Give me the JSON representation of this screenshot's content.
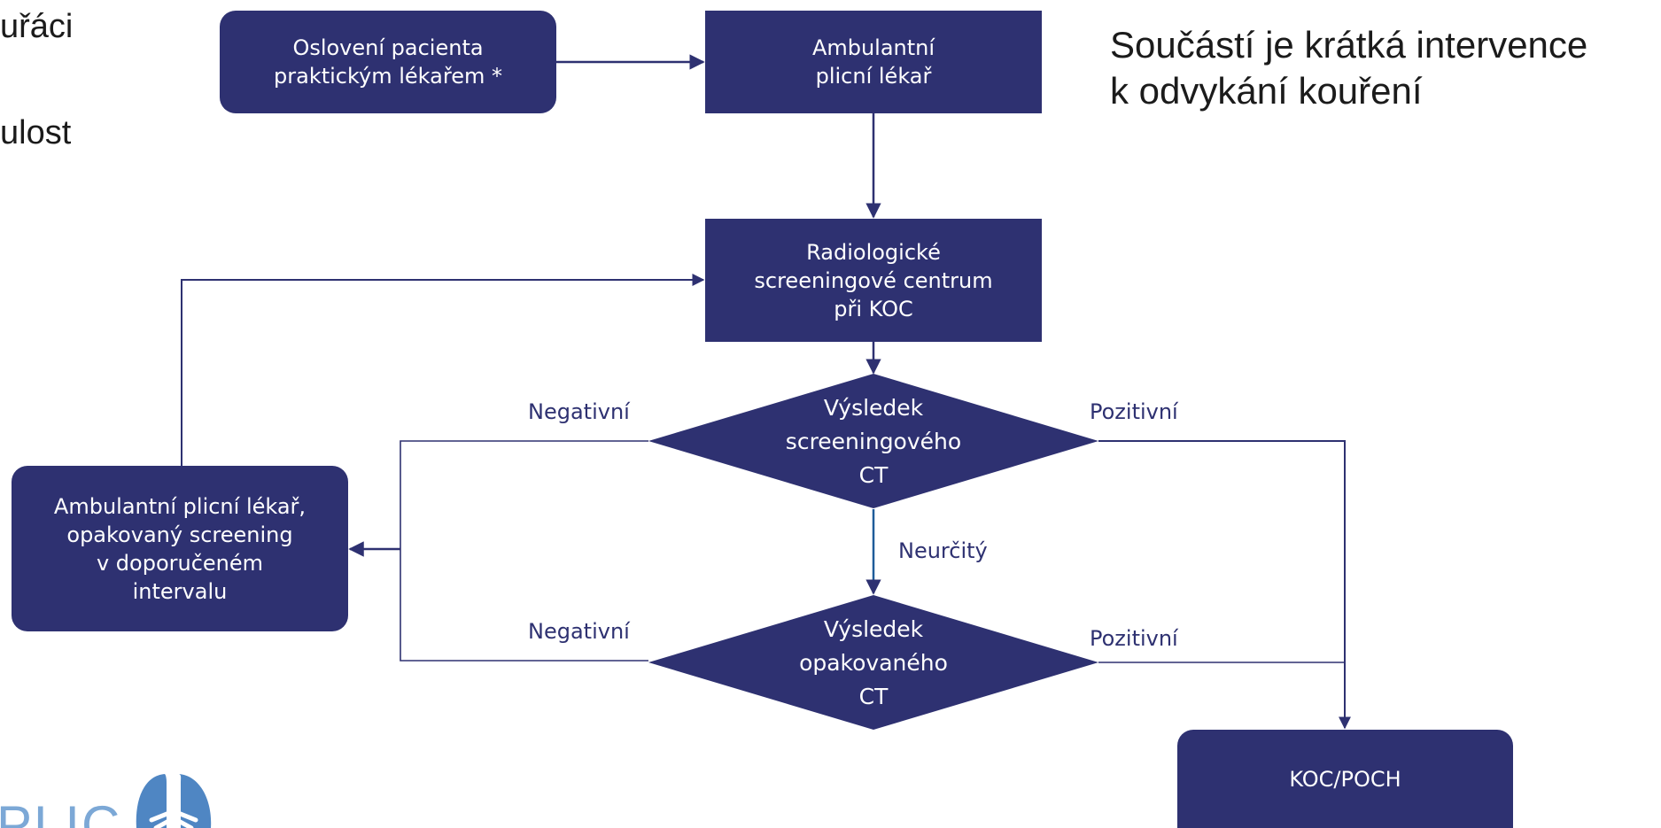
{
  "fragments": {
    "left_line1": "uřáci",
    "left_line2": "ulost"
  },
  "note": {
    "line1": "Součástí je krátká intervence",
    "line2": "k odvykání kouření"
  },
  "nodes": {
    "gp_contact": [
      "Oslovení pacienta",
      "praktickým lékařem *"
    ],
    "pulmonologist": [
      "Ambulantní",
      "plicní lékař"
    ],
    "radiology_center": [
      "Radiologické",
      "screeningové centrum",
      "při KOC"
    ],
    "screening_ct_result": [
      "Výsledek",
      "screeningového",
      "CT"
    ],
    "repeat_ct_result": [
      "Výsledek",
      "opakovaného",
      "CT"
    ],
    "followup": [
      "Ambulantní plicní lékař,",
      "opakovaný screening",
      "v doporučeném",
      "intervalu"
    ],
    "koc_poch": [
      "KOC/POCH"
    ]
  },
  "edge_labels": {
    "negative_1": "Negativní",
    "positive_1": "Pozitivní",
    "indeterminate": "Neurčitý",
    "negative_2": "Negativní",
    "positive_2": "Pozitivní"
  },
  "logo": {
    "wordmark": "PLIC"
  },
  "colors": {
    "node_fill": "#2e3171",
    "node_text": "#ffffff",
    "connector": "#2e3171",
    "label_text": "#2e3171",
    "logo": "#7ca8d6"
  }
}
